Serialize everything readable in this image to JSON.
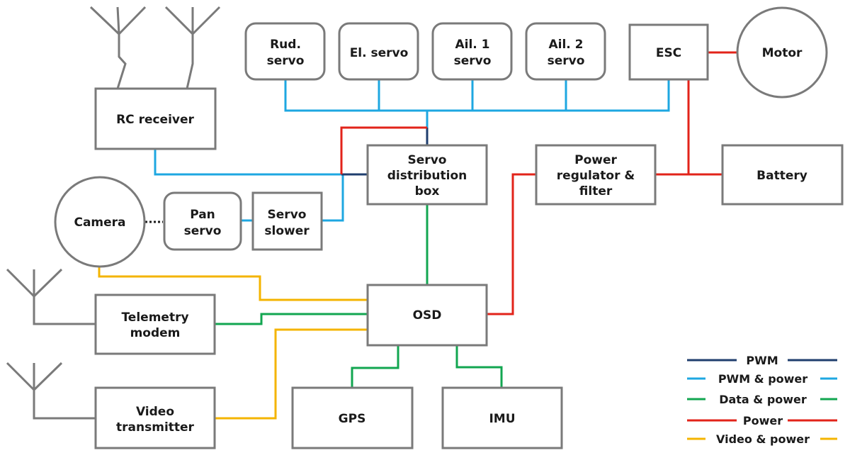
{
  "colors": {
    "pwm": "#1f3e6e",
    "pwm_power": "#1ea7e1",
    "data_power": "#12a650",
    "power": "#e2231a",
    "video_power": "#f4b400",
    "block_stroke": "#7a7a7a"
  },
  "blocks": {
    "rud_servo": [
      "Rud.",
      "servo"
    ],
    "el_servo": [
      "El. servo"
    ],
    "ail1_servo": [
      "Ail. 1",
      "servo"
    ],
    "ail2_servo": [
      "Ail. 2",
      "servo"
    ],
    "esc": [
      "ESC"
    ],
    "motor": [
      "Motor"
    ],
    "rc_receiver": [
      "RC receiver"
    ],
    "servo_distribution_box": [
      "Servo",
      "distribution",
      "box"
    ],
    "power_regulator": [
      "Power",
      "regulator &",
      "filter"
    ],
    "battery": [
      "Battery"
    ],
    "camera": [
      "Camera"
    ],
    "pan_servo": [
      "Pan",
      "servo"
    ],
    "servo_slower": [
      "Servo",
      "slower"
    ],
    "osd": [
      "OSD"
    ],
    "telemetry_modem": [
      "Telemetry",
      "modem"
    ],
    "video_transmitter": [
      "Video",
      "transmitter"
    ],
    "gps": [
      "GPS"
    ],
    "imu": [
      "IMU"
    ]
  },
  "legend": [
    {
      "label": "PWM",
      "color": "#1f3e6e"
    },
    {
      "label": "PWM & power",
      "color": "#1ea7e1"
    },
    {
      "label": "Data & power",
      "color": "#12a650"
    },
    {
      "label": "Power",
      "color": "#e2231a"
    },
    {
      "label": "Video & power",
      "color": "#f4b400"
    }
  ]
}
